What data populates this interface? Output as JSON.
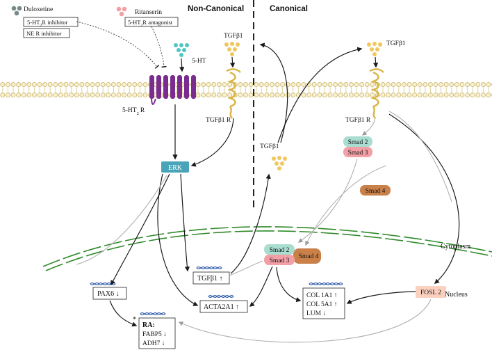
{
  "headers": {
    "non_canonical": "Non-Canonical",
    "canonical": "Canonical"
  },
  "drugs": {
    "duloxetine": "Duloxetine",
    "duloxetine_roles": [
      "5-HT",
      "R  inhibitor",
      "NE R inhibitor"
    ],
    "ritanserin": "Ritanserin",
    "ritanserin_role": [
      "5-HT",
      "R antagonist"
    ],
    "subscript": "2"
  },
  "ligands": {
    "serotonin": "5-HT",
    "tgf": "TGFβ1"
  },
  "receptors": {
    "htr": [
      "5-HT",
      "R"
    ],
    "tgfr": "TGFβ1 R"
  },
  "nodes": {
    "erk": "ERK",
    "smad2": "Smad 2",
    "smad3": "Smad 3",
    "smad4": "Smad 4",
    "fosl2": "FOSL 2"
  },
  "regions": {
    "cytoplasm": "Cytoplasm",
    "nucleus": "Nucleus"
  },
  "genes": {
    "tgf": "TGFβ1 ↑",
    "pax6": "PAX6 ↓",
    "acta": "ACTA2A1 ↑",
    "collagen": [
      "COL 1A1 ↑",
      "COL 5A1 ↑",
      "LUM ↓"
    ],
    "ra_title": "RA:",
    "ra_items": [
      "FABP5 ↓",
      "ADH7 ↓"
    ],
    "asterisk": "*"
  },
  "colors": {
    "duloxetine": "#77898a",
    "ritanserin": "#f39fa6",
    "serotonin": "#4fc6c2",
    "tgf_dot": "#f0c75f",
    "receptor_htr": "#7b2d8f",
    "receptor_tgf": "#d9b443",
    "erk": "#4aa4b9",
    "smad2": "#a8ddd0",
    "smad3": "#f2a0a6",
    "smad4": "#c98049",
    "fosl2": "#fbd0bf",
    "nuclear_envelope": "#2f8a2a",
    "dna": "#2a58a8"
  }
}
